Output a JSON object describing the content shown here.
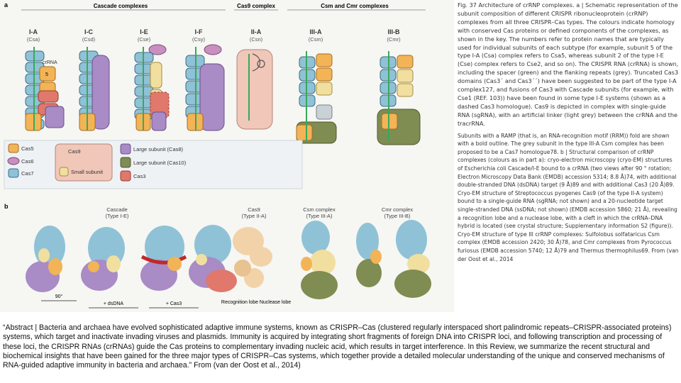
{
  "panel_a": {
    "letter": "a",
    "group_cascade": "Cascade complexes",
    "group_cas9": "Cas9 complex",
    "group_csm": "Csm and Cmr complexes",
    "types": [
      {
        "name": "I-A",
        "sub": "(Csa)"
      },
      {
        "name": "I-C",
        "sub": "(Csd)"
      },
      {
        "name": "I-E",
        "sub": "(Cse)"
      },
      {
        "name": "I-F",
        "sub": "(Csy)"
      },
      {
        "name": "II-A",
        "sub": "(Csn)"
      },
      {
        "name": "III-A",
        "sub": "(Csm)"
      },
      {
        "name": "III-B",
        "sub": "(Cmr)"
      }
    ],
    "crRNA_label": "crRNA",
    "legend": [
      "Cas5",
      "Cas6",
      "Cas7",
      "Cas9",
      "Small subunit",
      "Large subunit (Cas8)",
      "Large subunit (Cas10)",
      "Cas3"
    ],
    "colors": {
      "cas5": "#f2b456",
      "cas6": "#c98fc0",
      "cas7": "#8fc2d6",
      "cas9": "#f0c7b9",
      "small": "#f1dfa0",
      "large8": "#a98bc6",
      "large10": "#7f8c52",
      "cas3": "#e0786c",
      "crRNA": "#3aa85a"
    }
  },
  "panel_b": {
    "letter": "b",
    "titles": [
      "Cascade",
      "(Type I-E)",
      "Cas9",
      "(Type II-A)",
      "Csm complex",
      "(Type III-A)",
      "Cmr complex",
      "(Type III-B)"
    ],
    "rotation": "90°",
    "dsdna": "+ dsDNA",
    "cas3": "+ Cas3",
    "recognition": "Recognition lobe",
    "nuclease": "Nuclease lobe"
  },
  "caption": {
    "p1": "Fig. 37 Architecture of crRNP complexes. a | Schematic representation of the subunit composition of different CRISPR ribonucleoprotein (crRNP) complexes from all three CRISPR–Cas types. The colours indicate homology with conserved Cas proteins or defined components of the complexes, as shown in the key. The numbers refer to protein names that are typically used for individual subunits of each subtype (for example, subunit 5 of the type I-A (Csa) complex refers to Csa5, whereas subunit 2 of the type I-E (Cse) complex refers to Cse2, and so on). The CRISPR RNA (crRNA) is shown, including the spacer (green) and the flanking repeats (grey). Truncated Cas3 domains (Cas3´ and Cas3´´) have been suggested to be part of the type I-A complex127, and fusions of Cas3 with Cascade subunits (for example, with Cse1 (REF. 103)) have been found in some type I-E systems (shown as a dashed Cas3 homologue). Cas9 is depicted in complex with single-guide RNA (sgRNA), with an artificial linker (light grey) between the crRNA and the tracrRNA.",
    "p2": "Subunits with a RAMP (that is, an RNA-recognition motif (RRM)) fold are shown with a bold outline. The grey subunit in the type III-A Csm complex has been proposed to be a Cas7 homologue78. b | Structural comparison of crRNP complexes (colours as in part a): cryo-electron microscopy (cryo-EM) structures of Escherichia coli Cascade/I-E bound to a crRNA (two views after 90 ° rotation; Electron Microscopy Data Bank (EMDB) accession 5314; 8.8 Å)74, with additional double-stranded DNA (dsDNA) target (9 Å)89 and with additional Cas3 (20 Å)89. Cryo-EM structure of Streptococcus pyogenes Cas9 (of the type II-A system) bound to a single-guide RNA (sgRNA; not shown) and a 20-nucleotide target single-stranded DNA (ssDNA; not shown) (EMDB accession 5860; 21 Å), revealing a recognition lobe and a nuclease lobe, with a cleft in which the crRNA–DNA hybrid is located (see crystal structure; Supplementary information S2 (figure)). Cryo-EM structure of type III crRNP complexes: Sulfolobus solfataricus Csm complex (EMDB accession 2420; 30 Å)78, and Cmr complexes from Pyrococcus furiosus (EMDB accession 5740; 12 Å)79 and Thermus thermophilus69. From (van der Oost et al., 2014"
  },
  "abstract": "“Abstract | Bacteria and archaea have evolved sophisticated adaptive immune systems, known as CRISPR–Cas (clustered regularly interspaced short palindromic repeats–CRISPR-associated proteins) systems, which target and inactivate invading viruses and plasmids. Immunity is acquired by integrating short fragments of foreign DNA into CRISPR loci, and following transcription and processing of these loci, the CRISPR RNAs (crRNAs) guide the Cas proteins to complementary invading nucleic acid, which results in target interference. In this Review, we summarize the recent structural and biochemical insights that have been gained for the three major types of CRISPR–Cas systems, which together provide a detailed molecular understanding of the unique and conserved mechanisms of RNA-guided adaptive immunity in bacteria and archaea.” From (van der Oost et al., 2014)"
}
